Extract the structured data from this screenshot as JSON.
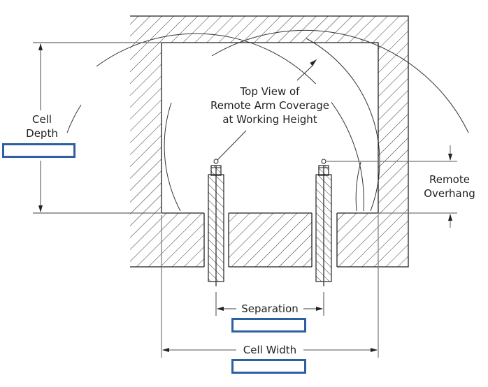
{
  "diagram": {
    "title_lines": [
      "Top View of",
      "Remote Arm Coverage",
      "at Working Height"
    ],
    "labels": {
      "cell_depth": [
        "Cell",
        "Depth"
      ],
      "remote_overhang": [
        "Remote",
        "Overhang"
      ],
      "separation": "Separation",
      "cell_width": "Cell Width"
    },
    "inputs": {
      "cell_depth_value": "",
      "separation_value": "",
      "cell_width_value": ""
    },
    "colors": {
      "line": "#231f20",
      "dimension_line": "#777777",
      "input_border": "#2e5fa3",
      "text": "#231f20"
    }
  }
}
